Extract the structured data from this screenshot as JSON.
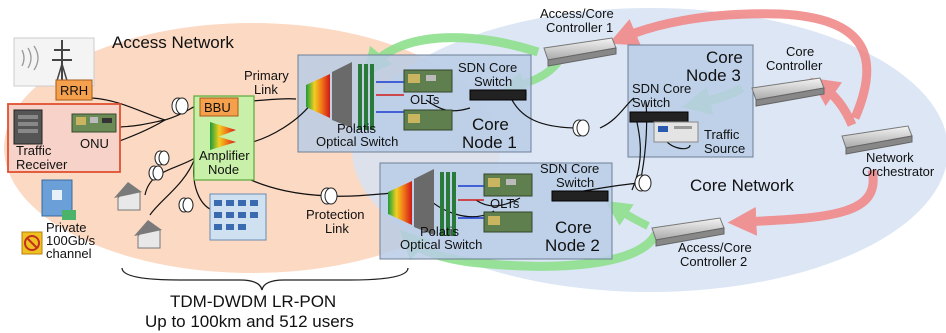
{
  "regions": {
    "access_network": "Access Network",
    "core_network": "Core Network"
  },
  "nodes": {
    "rrh": "RRH",
    "traffic_receiver": [
      "Traffic",
      "Receiver"
    ],
    "onu": "ONU",
    "bbu": "BBU",
    "amplifier_node": [
      "Amplifier",
      "Node"
    ],
    "private_channel": [
      "Private",
      "100Gb/s",
      "channel"
    ],
    "primary_link": [
      "Primary",
      "Link"
    ],
    "protection_link": [
      "Protection",
      "Link"
    ],
    "polatis_switch_1": [
      "Polatis",
      "Optical Switch"
    ],
    "polatis_switch_2": [
      "Polatis",
      "Optical Switch"
    ],
    "olts_1": "OLTs",
    "olts_2": "OLTs",
    "sdn_core_switch_1": [
      "SDN Core",
      "Switch"
    ],
    "sdn_core_switch_2": [
      "SDN Core",
      "Switch"
    ],
    "sdn_core_switch_3": [
      "SDN Core",
      "Switch"
    ],
    "core_node_1": [
      "Core",
      "Node 1"
    ],
    "core_node_2": [
      "Core",
      "Node 2"
    ],
    "core_node_3": [
      "Core",
      "Node 3"
    ],
    "traffic_source": [
      "Traffic",
      "Source"
    ],
    "access_core_controller_1": [
      "Access/Core",
      "Controller 1"
    ],
    "access_core_controller_2": [
      "Access/Core",
      "Controller 2"
    ],
    "core_controller": [
      "Core",
      "Controller"
    ],
    "network_orchestrator": [
      "Network",
      "Orchestrator"
    ]
  },
  "caption": {
    "line1": "TDM-DWDM LR-PON",
    "line2": "Up to 100km and 512 users"
  },
  "colors": {
    "access_region": "#fcd9c2",
    "core_region": "#d6e2f3",
    "node_box": "#b9cde6",
    "bbu_box": "#c8f0a8",
    "receiver_box": "#f7d2c8",
    "orchestration_arrow": "#f08a8a",
    "control_arrow": "#8fe08f"
  }
}
